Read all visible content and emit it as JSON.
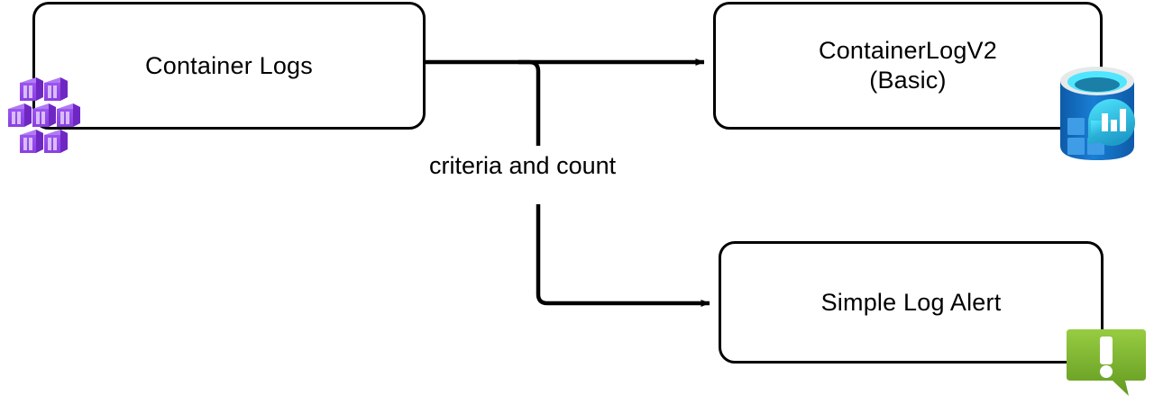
{
  "diagram": {
    "title": "Container Logs to ContainerLogV2 (Basic) and Simple Log Alert flow",
    "background_color": "#ffffff",
    "stroke_color": "#000000",
    "nodes": [
      {
        "id": "container-logs",
        "label": "Container Logs",
        "icon": "container-cluster-icon",
        "icon_color": "#8a3ffc"
      },
      {
        "id": "containerlogv2",
        "label": "ContainerLogV2\n(Basic)",
        "icon": "log-analytics-database-icon",
        "icon_color": "#1273cb"
      },
      {
        "id": "simple-log-alert",
        "label": "Simple Log Alert",
        "icon": "alert-bubble-icon",
        "icon_color": "#78b833"
      }
    ],
    "edges": [
      {
        "id": "edge-to-containerlogv2",
        "from": "container-logs",
        "to": "containerlogv2",
        "label": "",
        "arrow": true
      },
      {
        "id": "edge-to-simple-log-alert",
        "from": "container-logs",
        "to": "simple-log-alert",
        "label": "criteria and count",
        "arrow": true
      }
    ],
    "labels": {
      "criteria_and_count": "criteria and count"
    },
    "colors": {
      "container_purple_light": "#a95ff0",
      "container_purple_mid": "#8e3fe0",
      "container_purple_dark": "#6b21b5",
      "db_blue_dark": "#0f5fa8",
      "db_blue_mid": "#1a7fd4",
      "db_cyan": "#50e6ff",
      "db_ring": "#e8e8e8",
      "alert_green_light": "#93c93f",
      "alert_green_dark": "#6aa024",
      "line_black": "#000000"
    }
  }
}
